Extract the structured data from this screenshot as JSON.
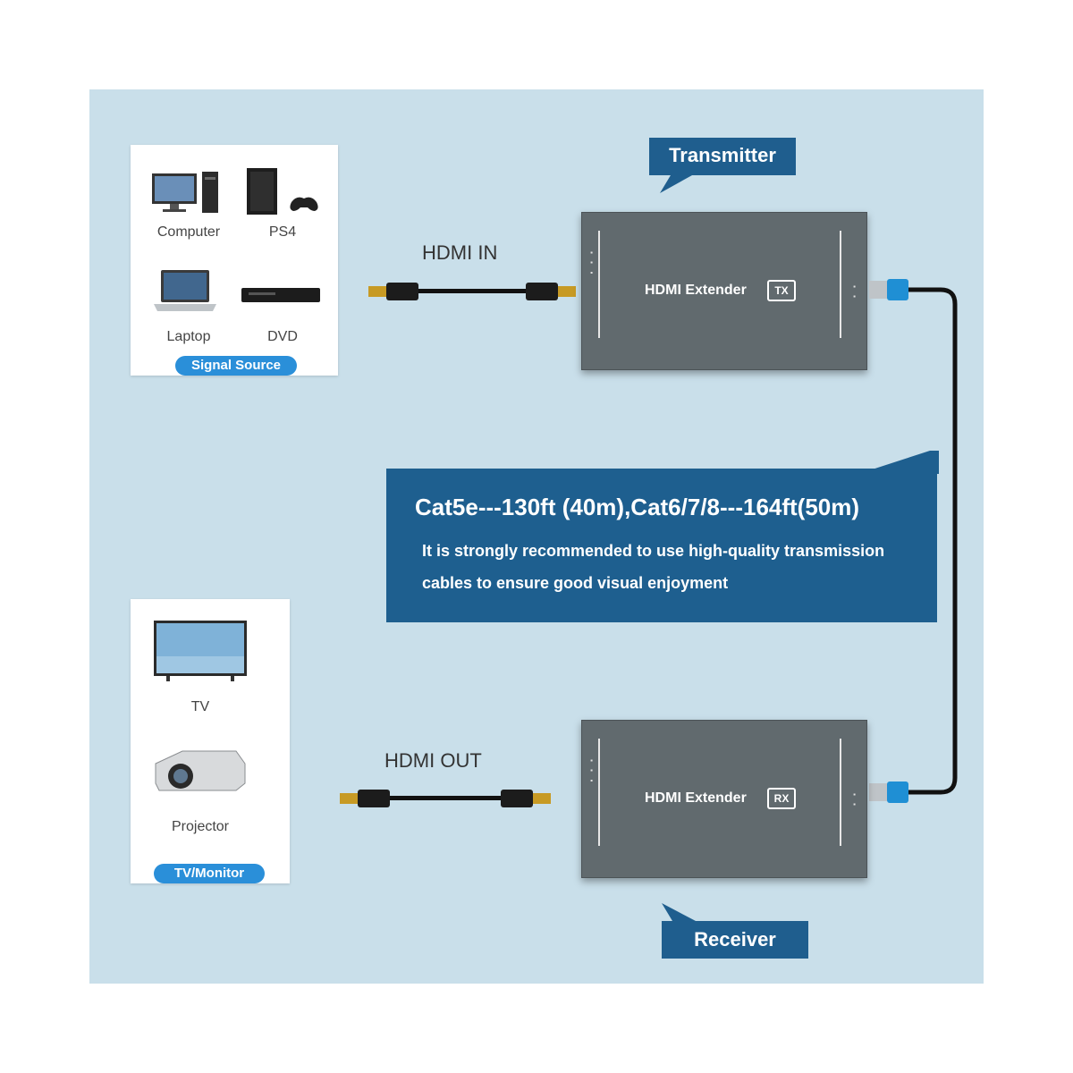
{
  "source_panel": {
    "items": [
      {
        "label": "Computer",
        "icon": "computer-icon"
      },
      {
        "label": "PS4",
        "icon": "ps4-console-icon"
      },
      {
        "label": "Laptop",
        "icon": "laptop-icon"
      },
      {
        "label": "DVD",
        "icon": "dvd-player-icon"
      }
    ],
    "badge": "Signal Source"
  },
  "display_panel": {
    "items": [
      {
        "label": "TV",
        "icon": "tv-icon"
      },
      {
        "label": "Projector",
        "icon": "projector-icon"
      }
    ],
    "badge": "TV/Monitor"
  },
  "cables": {
    "hdmi_in": "HDMI IN",
    "hdmi_out": "HDMI OUT"
  },
  "transmitter": {
    "callout": "Transmitter",
    "device_name": "HDMI Extender",
    "tag": "TX"
  },
  "receiver": {
    "callout": "Receiver",
    "device_name": "HDMI Extender",
    "tag": "RX"
  },
  "banner": {
    "headline": "Cat5e---130ft (40m),Cat6/7/8---164ft(50m)",
    "line1": "It is strongly recommended to use high-quality transmission",
    "line2": "cables to ensure good visual enjoyment"
  },
  "colors": {
    "background": "#c9dfea",
    "banner": "#1e5f8f",
    "badge": "#2a8fd9",
    "device": "#616a6e"
  }
}
